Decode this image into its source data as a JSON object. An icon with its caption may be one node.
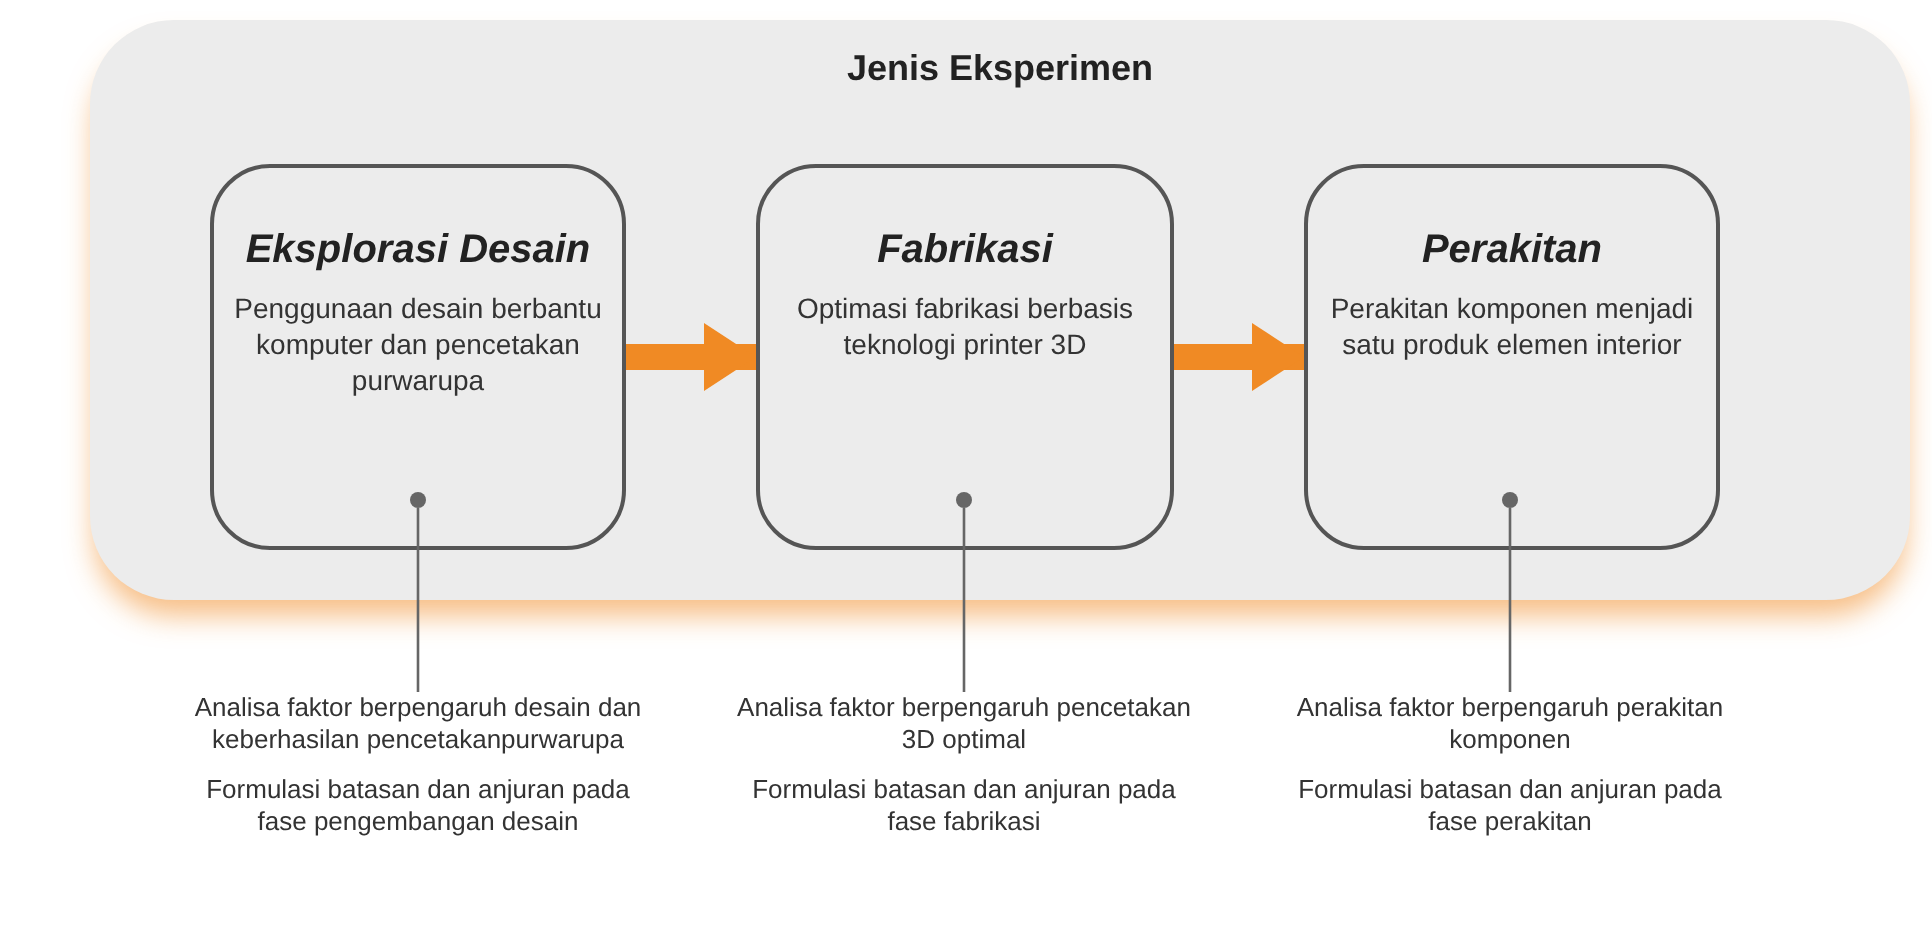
{
  "diagram": {
    "nodes": [
      {
        "text": [
          "Jenis Eksperimen"
        ]
      },
      {
        "text": [
          "Eksplorasi Desain",
          "Penggunaan desain berbantu komputer dan pencetakan purwarupa"
        ],
        "in": 0
      },
      {
        "text": [],
        "shape": "circle",
        "in": 1
      },
      {
        "text": [
          "Fabrikasi",
          "Optimasi fabrikasi berbasis teknologi printer 3D"
        ],
        "in": 0
      },
      {
        "text": [],
        "shape": "circle",
        "in": 3
      },
      {
        "text": [
          "Perakitan",
          "Perakitan komponen menjadi satu produk elemen interior"
        ],
        "in": 0
      },
      {
        "text": [],
        "shape": "circle",
        "in": 5
      },
      {
        "text": [
          "Analisa faktor berpengaruh desain dan keberhasilan pencetakanpurwarupa",
          "Formulasi batasan dan anjuran pada fase pengembangan desain"
        ]
      },
      {
        "text": [
          "Analisa faktor berpengaruh pencetakan 3D optimal",
          "Formulasi batasan dan anjuran pada fase fabrikasi"
        ]
      },
      {
        "text": [
          "Analisa faktor berpengaruh perakitan komponen",
          "Formulasi batasan dan anjuran pada fase perakitan"
        ]
      }
    ],
    "edges": [
      {
        "from": 1,
        "to": 3,
        "arrow": "to",
        "style": "thick",
        "color": "#f08a24"
      },
      {
        "from": 3,
        "to": 5,
        "arrow": "to",
        "style": "thick",
        "color": "#f08a24"
      },
      {
        "from": 7,
        "to": 2,
        "arrow": "none"
      },
      {
        "from": 8,
        "to": 4,
        "arrow": "none"
      },
      {
        "from": 9,
        "to": 6,
        "arrow": "none"
      }
    ]
  }
}
